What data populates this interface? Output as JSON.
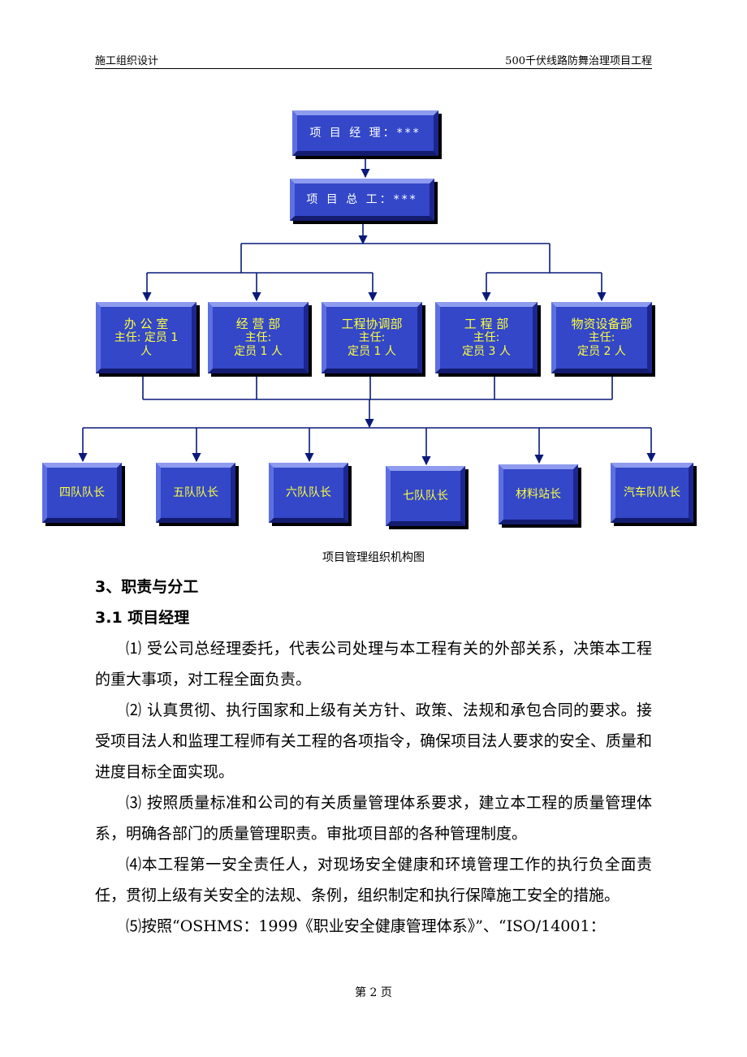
{
  "header": {
    "left": "施工组织设计",
    "right": "500千伏线路防舞治理项目工程"
  },
  "org_chart": {
    "manager": "项 目 经 理：***",
    "chief_engineer": "项 目 总 工：***",
    "departments": [
      {
        "name": "办  公  室",
        "line2": "主任: 定员 1",
        "line3": "人"
      },
      {
        "name": "经  营  部",
        "line2": "主任:",
        "line3": "定员 1 人"
      },
      {
        "name": "工程协调部",
        "line2": "主任:",
        "line3": "定员 1 人"
      },
      {
        "name": "工  程  部",
        "line2": "主任:",
        "line3": "定员 3 人"
      },
      {
        "name": "物资设备部",
        "line2": "主任:",
        "line3": "定员 2 人"
      }
    ],
    "teams": [
      "四队队长",
      "五队队长",
      "六队队长",
      "七队队长",
      "材料站长",
      "汽车队队长"
    ],
    "caption": "项目管理组织机构图"
  },
  "content": {
    "section_title": "3、职责与分工",
    "subsection_title": "3.1  项目经理",
    "paragraphs": [
      "⑴ 受公司总经理委托，代表公司处理与本工程有关的外部关系，决策本工程的重大事项，对工程全面负责。",
      "⑵ 认真贯彻、执行国家和上级有关方针、政策、法规和承包合同的要求。接受项目法人和监理工程师有关工程的各项指令，确保项目法人要求的安全、质量和进度目标全面实现。",
      "⑶ 按照质量标准和公司的有关质量管理体系要求，建立本工程的质量管理体系，明确各部门的质量管理职责。审批项目部的各种管理制度。",
      "⑷本工程第一安全责任人，对现场安全健康和环境管理工作的执行负全面责任，贯彻上级有关安全的法规、条例，组织制定和执行保障施工安全的措施。",
      "⑸按照“OSHMS：1999《职业安全健康管理体系》”、“ISO/14001："
    ]
  },
  "footer": {
    "page": "第 2  页"
  },
  "colors": {
    "box_fill": "#3347c8",
    "box_text_top": "#ffffff",
    "box_text_dept": "#ffff3c",
    "connector": "#0a1a7a"
  }
}
